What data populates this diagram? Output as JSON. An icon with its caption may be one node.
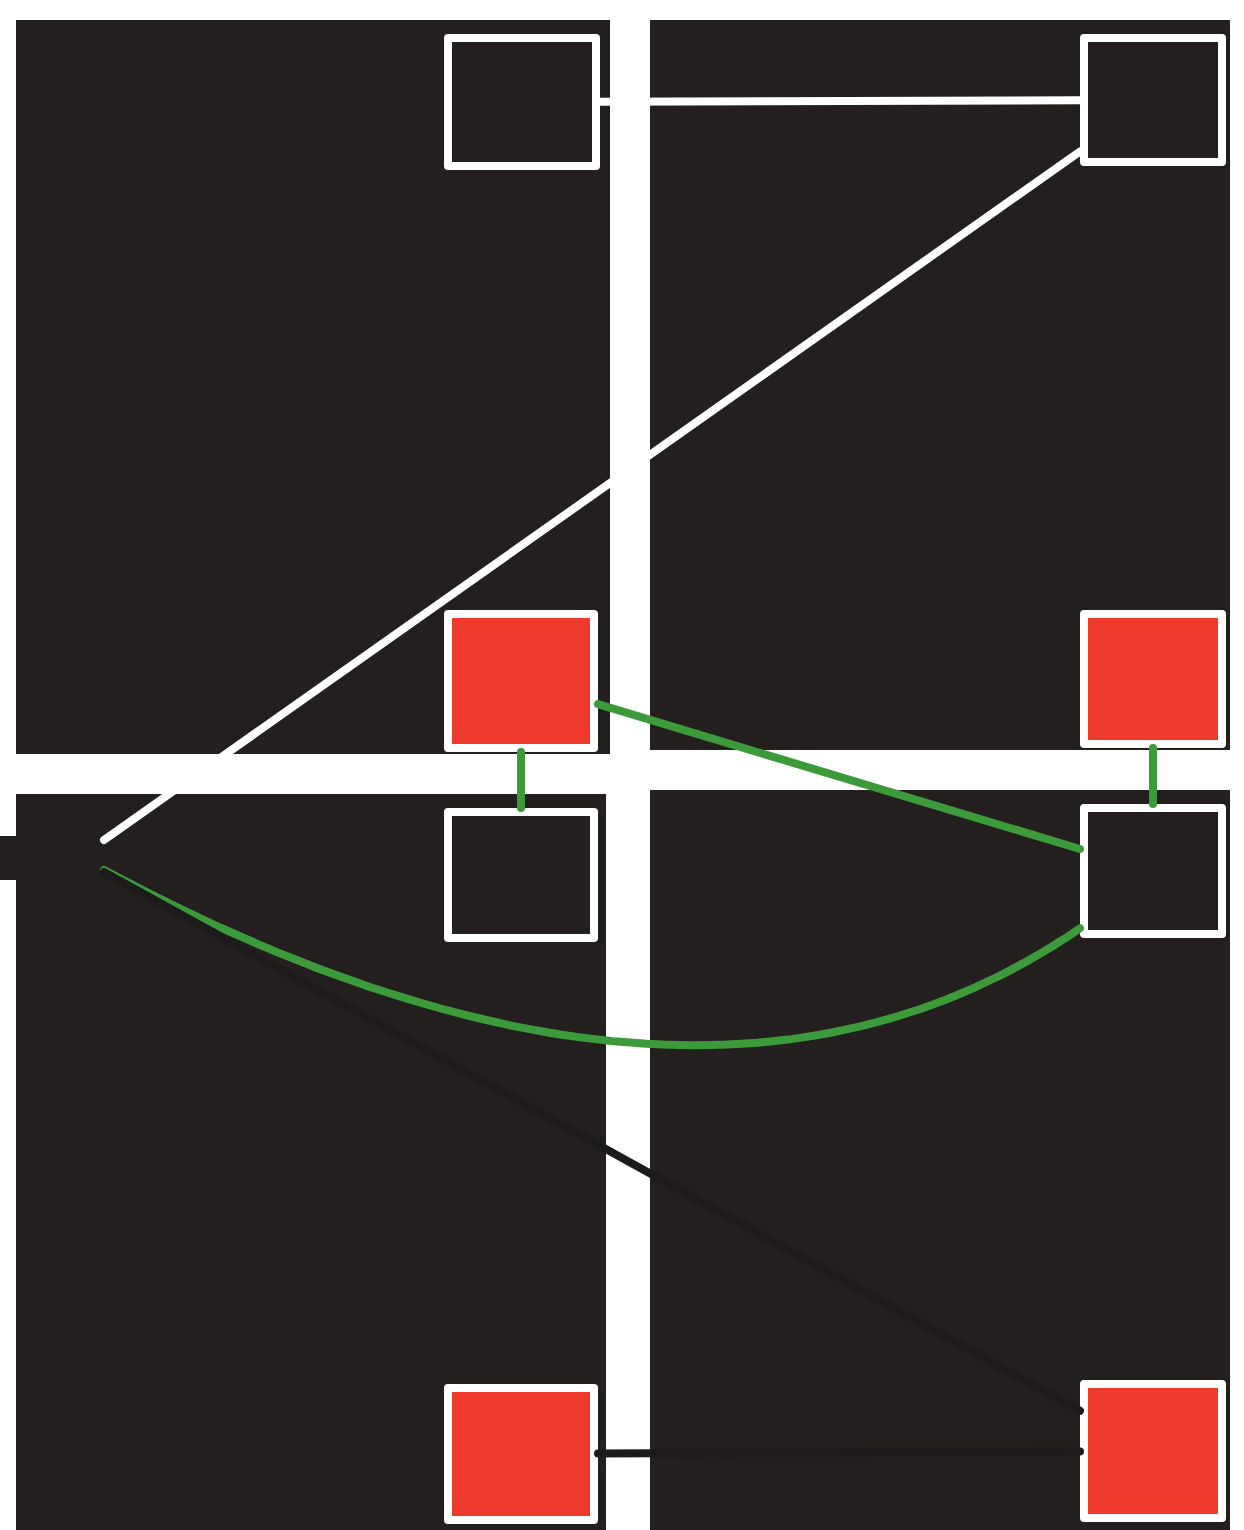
{
  "diagram": {
    "nodes": [
      {
        "text": [],
        "shape": "box"
      },
      {
        "text": [],
        "shape": "box"
      },
      {
        "text": [],
        "shape": "box"
      },
      {
        "text": [],
        "shape": "box"
      },
      {
        "text": [],
        "shape": "box"
      },
      {
        "text": [],
        "shape": "box"
      },
      {
        "text": [],
        "shape": "box"
      },
      {
        "text": [],
        "shape": "box"
      }
    ],
    "edges": [
      {
        "from": 0,
        "to": 1,
        "arrow": "none",
        "color": "#ffffff"
      },
      {
        "from": 1,
        "to": null,
        "arrow": "none",
        "color": "#ffffff"
      },
      {
        "from": 2,
        "to": 4,
        "arrow": "none"
      },
      {
        "from": 2,
        "to": 5,
        "arrow": "none"
      },
      {
        "from": 3,
        "to": 5,
        "arrow": "none"
      },
      {
        "from": null,
        "to": 5,
        "arrow": "none"
      },
      {
        "from": 6,
        "to": 7,
        "arrow": "none",
        "color": "#1c1a1a"
      },
      {
        "from": 7,
        "to": null,
        "arrow": "none",
        "color": "#1c1a1a"
      }
    ]
  }
}
